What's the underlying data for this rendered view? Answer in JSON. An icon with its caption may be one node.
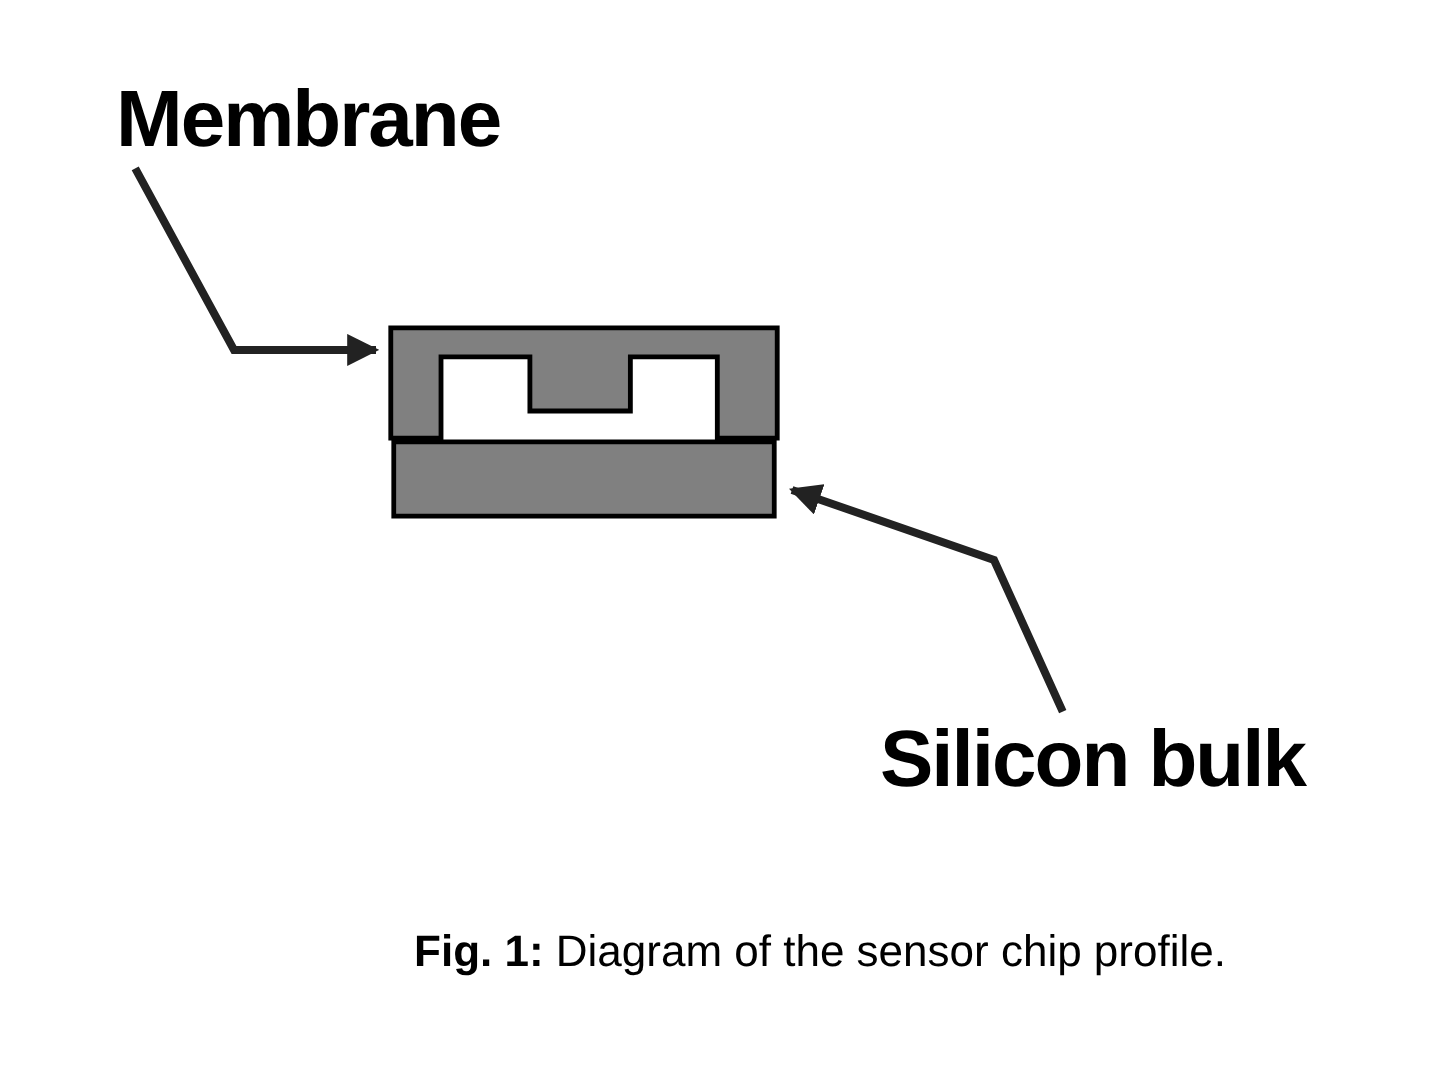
{
  "diagram": {
    "caption": "**Fig. 1:** Diagram of the sensor chip profile.",
    "nodes": [
      {
        "text": [
          "Membrane"
        ]
      },
      {
        "text": [],
        "shape": "box"
      },
      {
        "text": [
          "Silicon bulk"
        ]
      },
      {
        "text": [],
        "shape": "box"
      }
    ],
    "edges": [
      {
        "from": 0,
        "to": 1,
        "arrow": "to"
      },
      {
        "from": 2,
        "to": 3,
        "arrow": "to"
      }
    ]
  }
}
